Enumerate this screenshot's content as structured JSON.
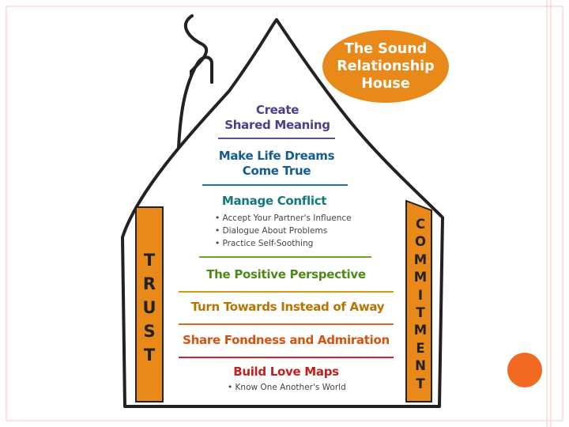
{
  "title": [
    "The Sound",
    "Relationship",
    "House"
  ],
  "levels": {
    "create_shared_meaning": [
      "Create",
      "Shared Meaning"
    ],
    "life_dreams": [
      "Make Life Dreams",
      "Come True"
    ],
    "manage_conflict": "Manage Conflict",
    "manage_conflict_items": [
      "Accept Your Partner's Influence",
      "Dialogue About Problems",
      "Practice Self-Soothing"
    ],
    "positive_perspective": "The Positive Perspective",
    "turn_towards": "Turn Towards Instead of Away",
    "fondness": "Share Fondness and Admiration",
    "love_maps": "Build Love Maps",
    "love_maps_items": [
      "Know One Another's World"
    ]
  },
  "pillars": {
    "left": [
      "T",
      "R",
      "U",
      "S",
      "T"
    ],
    "right": [
      "C",
      "O",
      "M",
      "M",
      "I",
      "T",
      "M",
      "E",
      "N",
      "T"
    ]
  },
  "colors": {
    "orange": "#e8891a",
    "border": "#f2b49a",
    "accent_circle": "#f26a22"
  }
}
